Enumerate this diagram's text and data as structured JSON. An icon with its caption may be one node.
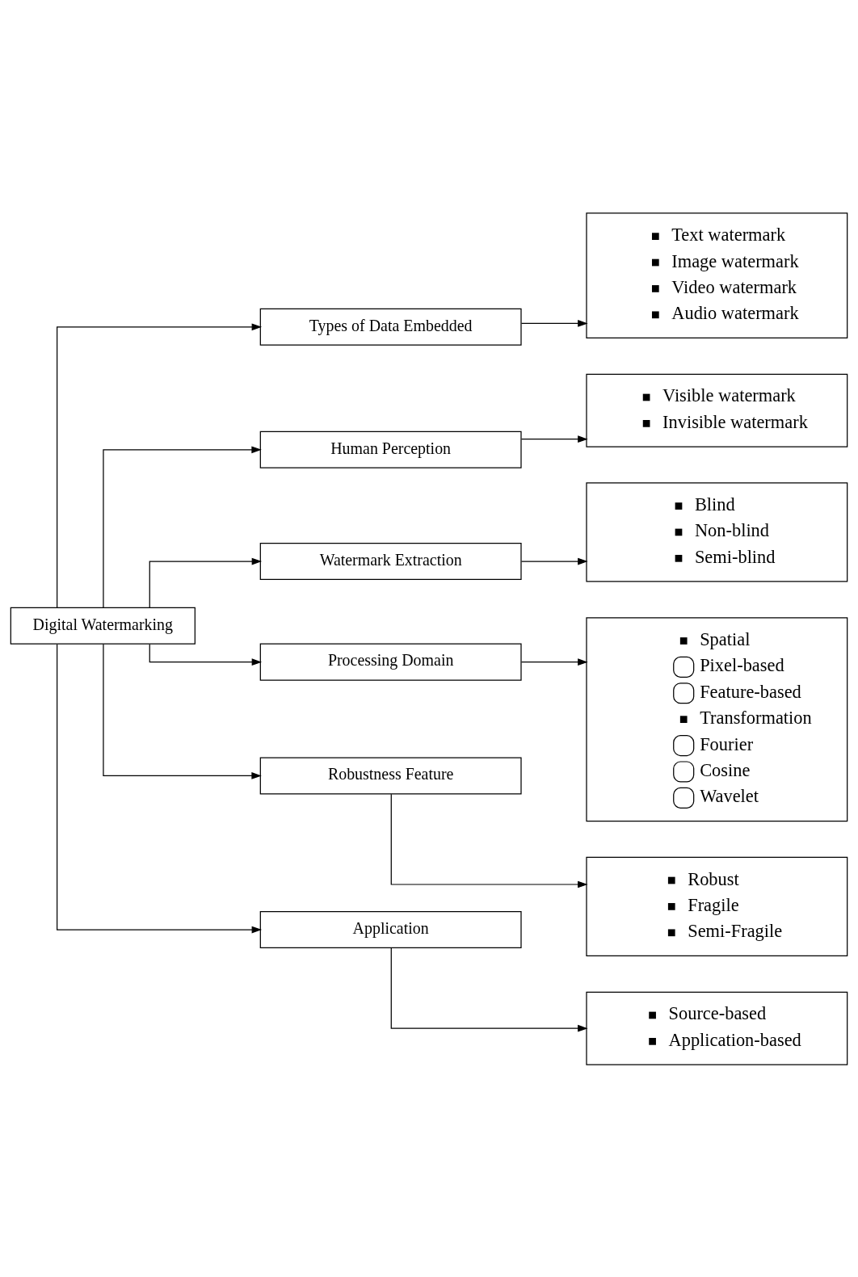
{
  "diagram": {
    "nodes": [
      {
        "text": [
          "Digital Watermarking"
        ]
      },
      {
        "text": [
          "Types of Data Embedded"
        ]
      },
      {
        "text": [
          "Human Perception"
        ]
      },
      {
        "text": [
          "Watermark Extraction"
        ]
      },
      {
        "text": [
          "Processing Domain"
        ]
      },
      {
        "text": [
          "Robustness Feature"
        ]
      },
      {
        "text": [
          "Application"
        ]
      },
      {
        "text": [
          "Text watermark",
          "Image watermark",
          "Video watermark",
          "Audio watermark"
        ]
      },
      {
        "text": [
          "Visible watermark",
          "Invisible watermark"
        ]
      },
      {
        "text": [
          "Blind",
          "Non-blind",
          "Semi-blind"
        ]
      },
      {
        "text": [
          "Spatial",
          "Pixel-based",
          "Feature-based",
          "Transformation",
          "Fourier",
          "Cosine",
          "Wavelet"
        ]
      },
      {
        "text": [
          "Robust",
          "Fragile",
          "Semi-Fragile"
        ]
      },
      {
        "text": [
          "Source-based",
          "Application-based"
        ]
      }
    ],
    "edges": [
      {
        "from": 0,
        "to": 1,
        "arrow": "to"
      },
      {
        "from": 0,
        "to": 2,
        "arrow": "to"
      },
      {
        "from": 0,
        "to": 3,
        "arrow": "to"
      },
      {
        "from": 0,
        "to": 4,
        "arrow": "to"
      },
      {
        "from": 0,
        "to": 5,
        "arrow": "to"
      },
      {
        "from": 0,
        "to": 6,
        "arrow": "to"
      },
      {
        "from": 1,
        "to": 7,
        "arrow": "to"
      },
      {
        "from": 2,
        "to": 8,
        "arrow": "to"
      },
      {
        "from": 3,
        "to": 9,
        "arrow": "to"
      },
      {
        "from": 4,
        "to": 10,
        "arrow": "to"
      },
      {
        "from": 5,
        "to": 11,
        "arrow": "to"
      },
      {
        "from": 6,
        "to": 12,
        "arrow": "to"
      }
    ]
  }
}
